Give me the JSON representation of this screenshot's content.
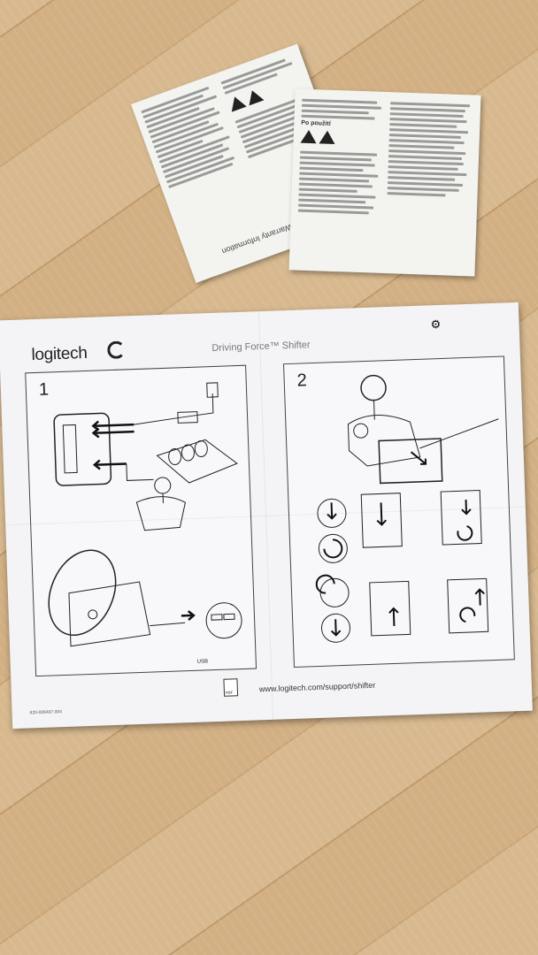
{
  "sheet": {
    "brand": "logitech",
    "product_title": "Driving Force™ Shifter",
    "step_1": "1",
    "step_2": "2",
    "usb_label": "USB",
    "support_url": "www.logitech.com/support/shifter",
    "part_number": "620-006497.004",
    "pdf_label": "PDF"
  },
  "booklet_left": {
    "spine_text": "Compliance and Warranty Information"
  },
  "booklet_right": {
    "heading": "Po použití"
  },
  "colors": {
    "paper": "#f4f4f6",
    "ink": "#222222",
    "wood": "#d2b084"
  }
}
